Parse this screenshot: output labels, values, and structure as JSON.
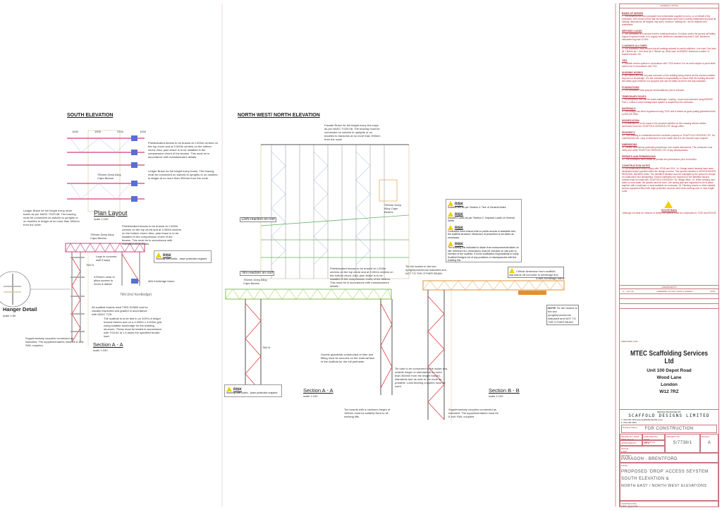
{
  "south": {
    "title": "SOUTH ELEVATION",
    "plan": "Plan Layout",
    "plan_scale": "scale 1:100",
    "dims": [
      "1000",
      "1000",
      "4700",
      "1000"
    ],
    "note1": "Prefabricated beams to be braced at 1.000m centres on the top chord and at 2.000m centers on the bottom chord. Also, plan brace is to be installed in the compression chord of the beams. This must be in accordance with manufacturers details.",
    "note2": "Ledger Brace for full height every frame. The bracing must be connected on swivels to uprights or on doubles to ledger at no more than 300mm from the node.",
    "note3": "750mm Deep Alloy Caps Beams",
    "note4": "Ledger Brace for full height every other frame as per NASC TG20:08. The bracing must be connected on swivels to uprights or on doubles to ledger at no more than 300mm from the node.",
    "hanger": "Hanger Detail",
    "hanger_scale": "scale 1:50",
    "section": "Section A - A",
    "section_scale": "scale 1:100",
    "legs": "Legs to concrete wall if ways",
    "clear": "4700mm clear to allow access to doors & ladder",
    "kentledge": "3kN Kentledge frame",
    "tnk": "7kN (incl Kentledge)",
    "tag1": "7kN N",
    "boards": "All scaffold boards must TIED DOWN and be visually inspected and graded in accordance with NASC TG5.",
    "tied": "The scaffold is to be tied in on 100% of ledger braced frames and on a 4.000m x 4.000m grid using suitable anchorage for the building structure. These must be tested in accordance with TG4:04 at 1.5 times the specified tensile load.",
    "couplers": "Supplementary couplers connected as indicated. The supplementaries must be 6.1kN SWL couplers.",
    "risk_label": "RISK",
    "risk_text": "Working over public - lower protection required"
  },
  "nw": {
    "title": "NORTH WEST/ NORTH  ELEVATION",
    "facade": "Facade Brace for full height every five bays as per NASC TG20:08. The bracing must be connected on swivels to uprights or on doubles to transoms at no more than 300mm from the node.",
    "beams": "750mm Deep Alloy Caps Beams",
    "react1": "12kN reaction on roof",
    "react2": "7kN reaction on roof",
    "note": "Tie the beams to the two upright/puncheons indicated and NOT TO THE OTHER BEAM.",
    "risks": [
      {
        "label": "RISK",
        "text": "Suitable ties as per 'Section 4: Ties' of General Notes"
      },
      {
        "label": "RISK",
        "text": "Imposed Loads as per 'Section 2: Imposed Loads' of General Notes"
      },
      {
        "label": "RISK",
        "text": "Contractor must ensure that no public access is available onto the scaffold structure. Measures of prevention to be taken as necessary."
      },
      {
        "label": "RISK",
        "text": "The building line indicated is drawn from measurements taken on site, therefore ALL dimensions must be checked on site prior to erection of the scaffold. It is the scaffolders responsibility to notify Scaffold Designs Ltd of any problems or discrepancies with the building line."
      }
    ]
  },
  "secA2": {
    "title": "Section A - A",
    "scale": "scale 1:100",
    "beams": "750mm Deep Alloy Caps Beams",
    "prefab": "Prefabricated beams to be braced at 1.000m centres on the top chord and at 2.000m centers on the bottom chord. Also, plan brace is to be installed in the compression chord of the beams. This must be in accordance with manufacturers details.",
    "guard": "Double guardrails constructed of tube and fitting must be secured on the external face of the scaffold for the full perimeter.",
    "tube": "Tie tube to be connected to the inside and outside ledger or standard at no more than 300mm from the ledger braced standards and as near to the node as possible. Load bearing couplers must be used.",
    "toe": "Toe boards with a minimum height of 150mm must be suitably fixed to all working lifts.",
    "tag": "7kN N",
    "risk_label": "RISK",
    "risk_text": "Working over public - lower protection required"
  },
  "secB": {
    "title": "Section B - B",
    "scale": "scale 1:100",
    "critical": "Critical dimension from scaffold standards off concrete to kentledge line.",
    "kentledge": "3.0kN Kentledge frame",
    "couplers": "Supplementary couplers connected as indicated. The supplementaries must be 6.1kN SWL couplers.",
    "note_label": "NOTE",
    "note": "Tie the beams to the two upright/puncheons indicated and NOT TO THE OTHER BEAM."
  },
  "notes": {
    "header": "GENERAL NOTES",
    "sections": [
      {
        "h": "BASIS OF DESIGN",
        "t": "1. This drawing has been prepared from information supplied to us by, or on behalf of the contractor, who should check that his requirements have been correctly interpreted and that all loading, dimensions, lift heights, bay sizes, erection / striking etc., are as required and practicable."
      },
      {
        "h": "IMPOSED LOADS",
        "t": "2. The contractor is to ensure that the existing structure, it's fabric and/or the ground will safely support imposed loads, or to supply new. Maximum calculated leg load 5.1kN. Maximum calculated leg load 10.2kN"
      },
      {
        "h": "LOADINGS ALLOWED",
        "t": "3. The contractor must ensure that all loadings allowed for are/is sufficient. Live load: One level @ 1.5kN/m sq + One level @ 0.75kN/m sq. Wind load: to BS6399. Maximum number of boarded levels: Six"
      },
      {
        "h": "TIES",
        "t": "4. Suitable anchor system in accordance with TG20 section 9 to be used subject to proof tests carried out in accordance with TG4."
      },
      {
        "h": "SHORING WORKS",
        "t": "5. We cannot and will not pass comment on the building being shored as this involves matters beyond our knowledge. It is the contractor's responsibility to ensure that the existing structure will safely span between our supports and can be safely shored in the way indicated."
      },
      {
        "h": "FOUNDATIONS",
        "t": "6. The contractor must prepare all foundations prior to erection."
      },
      {
        "h": "TEMPORARY ROOFS",
        "t": "7. No temporary roof can be made watertight. Loading - snow load assessed using BS6399 Part 3, unless a snow management system is adopted by the contractor."
      },
      {
        "h": "MATERIALS",
        "t": "8. This design has been engineered using TG20 and is based on good quality galvanised tube to BS1139 1982."
      },
      {
        "h": "MODIFICATION",
        "t": "9. No alteration is to be made to the structure detailed on this drawing without written permission from the 'SCAFFOLD DESIGNS LTD' design office."
      },
      {
        "h": "PROPERTY",
        "t": "10. This drawing is confidential and the exclusive property of 'SCAFFOLD DESIGNS LTD'. No unauthorised use, copy or disclosure is to be made and is to be returned upon request."
      },
      {
        "h": "DIMENSIONS",
        "t": "11. Written dimensions shall take precedence over scaled dimensions. The contractor must verify and notify 'SCAFFOLD DESIGNS LTD' of any discrepancies."
      },
      {
        "h": "PERMITS AND PERMISSIONS",
        "t": "12. The contractor must obtain all permits and permissions prior to erection."
      },
      {
        "h": "CONSTRUCTION NOTES",
        "t": "13. All construction must comply with: PC08 and SG4. 14. Design based hazards have been eliminated where possible within the design process. This symbol indicates a DESIGN BASED RESIDUAL HAZARD exists. The identified hazards must be managed by the person in charge of construction and dismantling. Should clarification be required on the identified hazard, contact must be made with 'SCAFFOLD DESIGNS LTD' design office. 15. When working over water or near water, life jackets must be worn. Life saving plan and equipment to be in place together with a boat/man or boat available as necessary. 16. Flashing boards or other suitable access equipment fitted with edge protection must be used when working over or near fragile roofs."
      }
    ],
    "sg4_title": "SG4:05 Notes",
    "sg4_text": "Although not clear for reasons of clarity the scaffold must be constructed to TG20 and SG4:05"
  },
  "amendments": {
    "header": "AMENDMENTS",
    "rows": [
      {
        "rev": "A",
        "date": "23.6.11",
        "desc": "AMENDED TO SUIT ROOF LOADING",
        "by": "WTM"
      }
    ]
  },
  "title_block": {
    "prepared_for": "PREPARED FOR :-",
    "client": "MTEC Scaffolding Services Ltd",
    "address": [
      "Unit 100 Depot Road",
      "Wood Lane",
      "London",
      "W12 7RZ"
    ],
    "produced_by": "DESIGN PRODUCED BY",
    "company": "SCAFFOLD DESIGNS LIMITED",
    "contact1": "T: 0114 281 3100  www.scaffolddesignsltd.co.uk",
    "contact2": "F: 0114 281 3504",
    "status_label": "Drawing Status:",
    "status": "FOR CONSTRUCTION",
    "drawn_label": "DRAWN BY/ DATE",
    "drawn": "WTM   23.6.11",
    "checked_label": "CHECKED BY/ DATE",
    "checked": "ABP   23.6.11",
    "approved_label": "APPROVED BY",
    "date_label": "DATE",
    "project_no_label": "PROJECT No:",
    "project_no": "S/7738/1",
    "revision_label": "Revision",
    "revision": "A",
    "scale_label": "SCALE:",
    "scale": "1:100",
    "project_label": "PROJECT:-",
    "project": "PARAGON - BRENTFORD",
    "title_label": "TITLE:-",
    "title": [
      "PROPOSED 'DROP' ACCESS SEYSTEM",
      "SOUTH ELEVATION &",
      "NORTH EAST / NORTH WEST ELEVATIONS"
    ],
    "contractor_label": "CONTRACTOR:-",
    "contractor": "SEE QUOTE"
  }
}
